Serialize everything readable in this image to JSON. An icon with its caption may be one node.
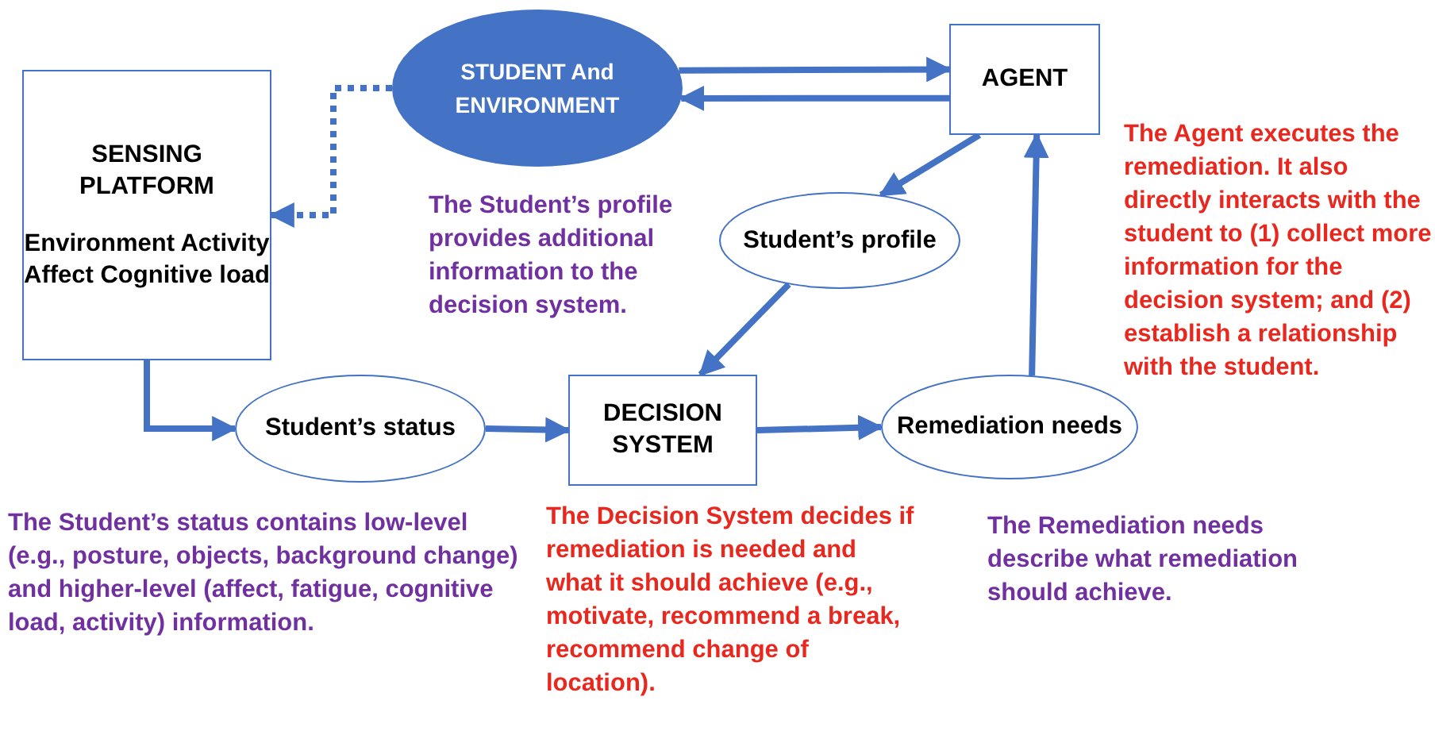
{
  "diagram": {
    "nodes": [
      {
        "text": [
          "SENSING PLATFORM",
          "Environment Activity Affect Cognitive load"
        ]
      },
      {
        "text": [
          "STUDENT And ENVIRONMENT"
        ]
      },
      {
        "text": [
          "AGENT"
        ]
      },
      {
        "text": [
          "Student’s profile"
        ]
      },
      {
        "text": [
          "Student’s status"
        ]
      },
      {
        "text": [
          "DECISION SYSTEM"
        ]
      },
      {
        "text": [
          "Remediation needs"
        ]
      }
    ],
    "edges": [
      {
        "from": 1,
        "to": 0,
        "arrow": "to",
        "style": "dashed"
      },
      {
        "from": 1,
        "to": 2,
        "arrow": "to"
      },
      {
        "from": 2,
        "to": 1,
        "arrow": "to"
      },
      {
        "from": 2,
        "to": 3,
        "arrow": "to"
      },
      {
        "from": 3,
        "to": 5,
        "arrow": "to"
      },
      {
        "from": 0,
        "to": 4,
        "arrow": "to"
      },
      {
        "from": 4,
        "to": 5,
        "arrow": "to"
      },
      {
        "from": 5,
        "to": 6,
        "arrow": "to"
      },
      {
        "from": 6,
        "to": 2,
        "arrow": "to"
      }
    ],
    "labels": [
      "The Student’s profile provides additional information to the decision system.",
      "The Agent executes the remediation. It also directly interacts with the student to (1) collect more information for the decision system; and (2) establish a relationship with the student.",
      "The Student’s status contains low-level (e.g., posture, objects, background change) and higher-level (affect, fatigue, cognitive load, activity) information.",
      "The Decision System decides if remediation is needed and what it should achieve (e.g., motivate, recommend a break, recommend change of location).",
      "The Remediation needs describe what remediation should achieve."
    ]
  }
}
